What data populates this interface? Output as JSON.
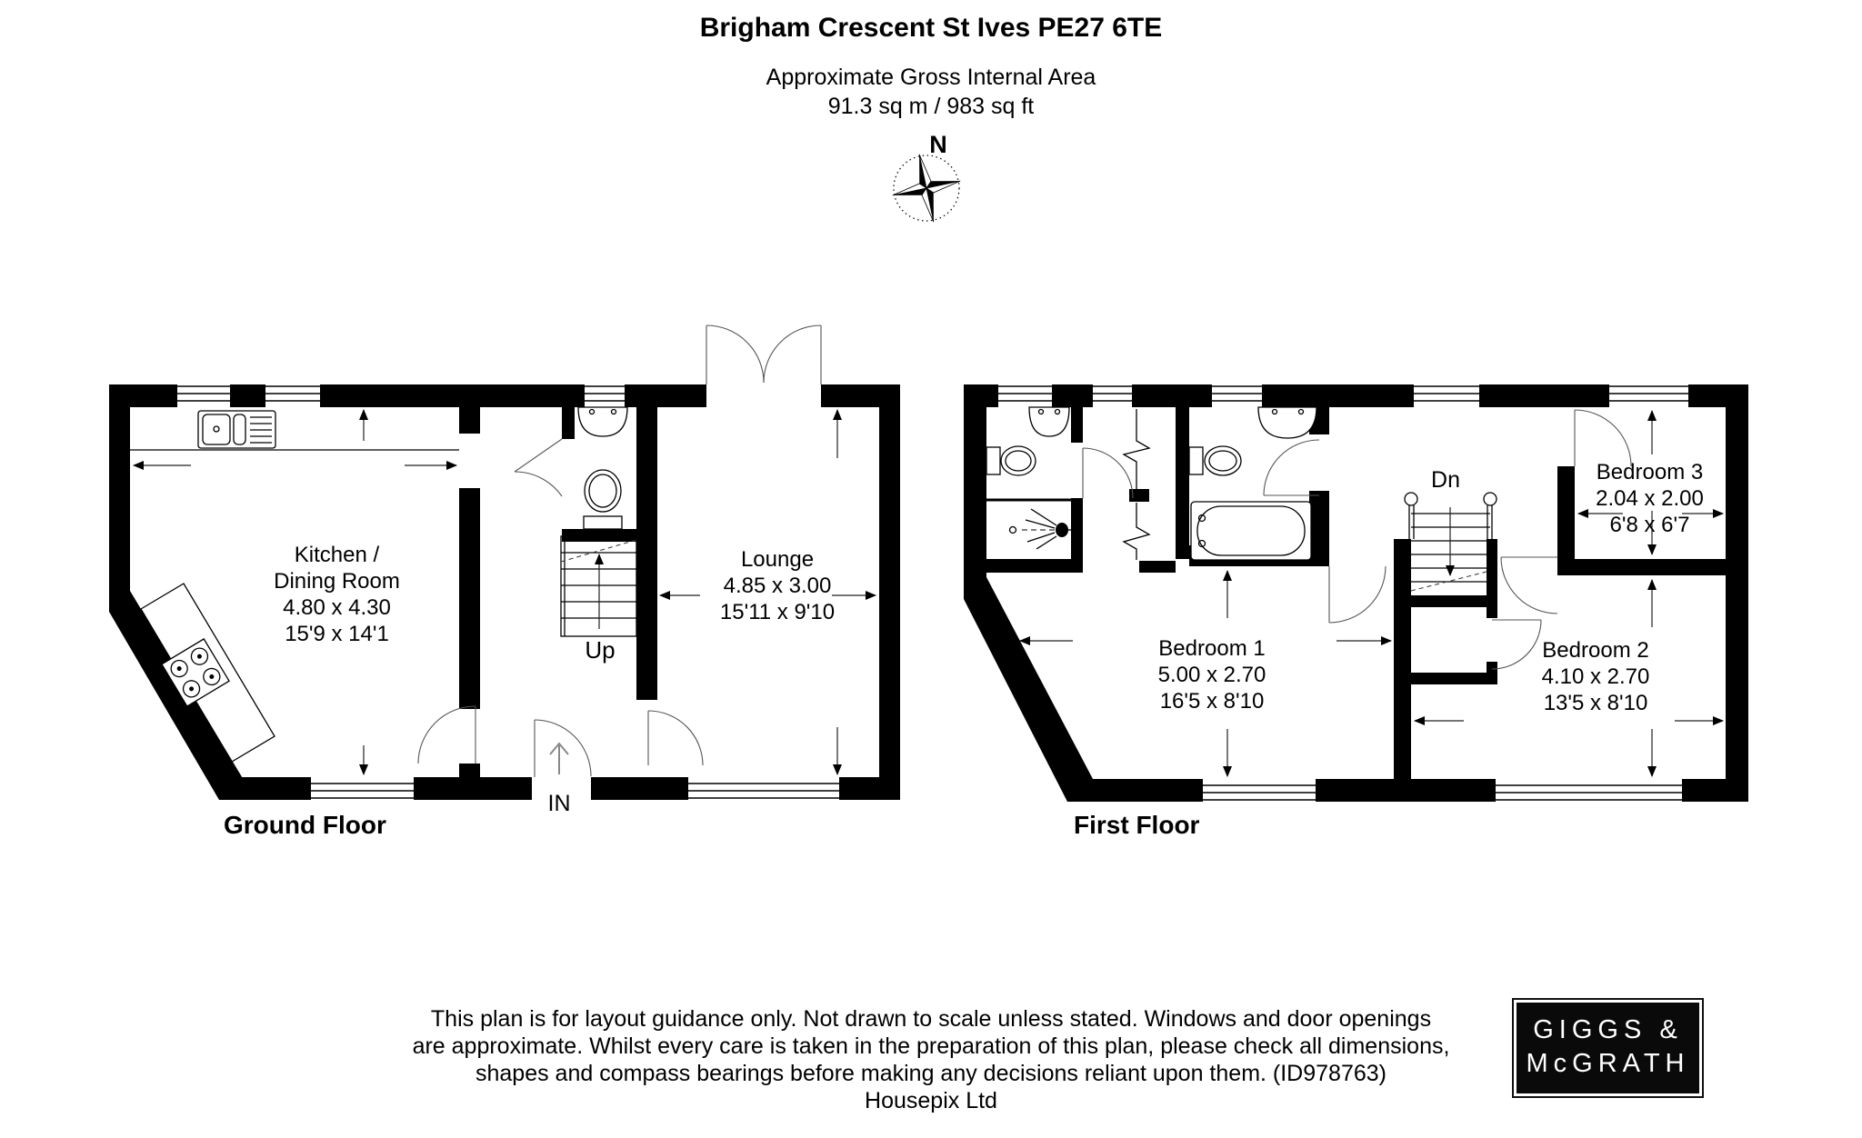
{
  "header": {
    "title": "Brigham Crescent St Ives PE27 6TE",
    "subtitle": "Approximate Gross Internal Area",
    "area": "91.3 sq m / 983 sq ft"
  },
  "compass": {
    "north": "N"
  },
  "ground_floor": {
    "label": "Ground Floor",
    "kitchen": {
      "line1": "Kitchen /",
      "line2": "Dining Room",
      "metric": "4.80 x 4.30",
      "imperial": "15'9 x 14'1"
    },
    "lounge": {
      "name": "Lounge",
      "metric": "4.85 x 3.00",
      "imperial": "15'11 x 9'10"
    },
    "stairs": "Up",
    "entrance": "IN"
  },
  "first_floor": {
    "label": "First Floor",
    "bedroom1": {
      "name": "Bedroom 1",
      "metric": "5.00 x 2.70",
      "imperial": "16'5 x 8'10"
    },
    "bedroom2": {
      "name": "Bedroom 2",
      "metric": "4.10 x 2.70",
      "imperial": "13'5 x 8'10"
    },
    "bedroom3": {
      "name": "Bedroom 3",
      "metric": "2.04 x 2.00",
      "imperial": "6'8 x 6'7"
    },
    "stairs": "Dn"
  },
  "footer": {
    "line1": "This plan is for layout guidance only. Not drawn to scale unless stated. Windows and door openings",
    "line2": "are approximate. Whilst every care is taken in the preparation of this plan, please check all dimensions,",
    "line3": "shapes and compass bearings before making any decisions reliant upon them. (ID978763)",
    "line4": "Housepix Ltd"
  },
  "logo": {
    "line1": "GIGGS &",
    "line2": "McGRATH"
  }
}
